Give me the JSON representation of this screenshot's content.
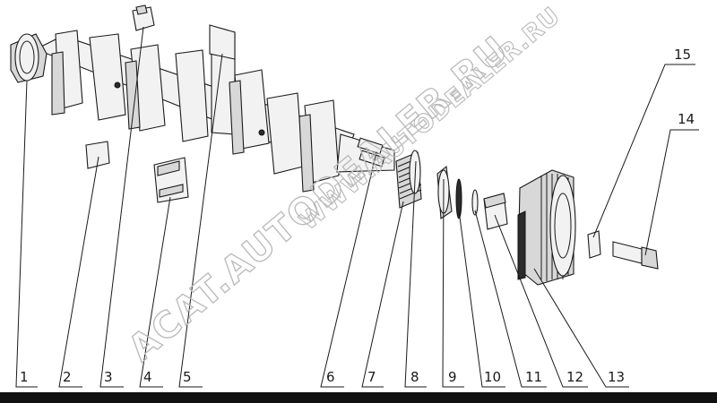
{
  "diagram": {
    "callouts": [
      "1",
      "2",
      "3",
      "4",
      "5",
      "6",
      "7",
      "8",
      "9",
      "10",
      "11",
      "12",
      "13",
      "14",
      "15"
    ],
    "watermark_main": "ACAT.AUTODEALER.RU",
    "watermark_top": "WWW.AUTODEALER.RU",
    "colors": {
      "line": "#1a1a1a",
      "watermark": "#b9b9b9",
      "background": "#ffffff",
      "bottom_bar": "#111111"
    }
  }
}
